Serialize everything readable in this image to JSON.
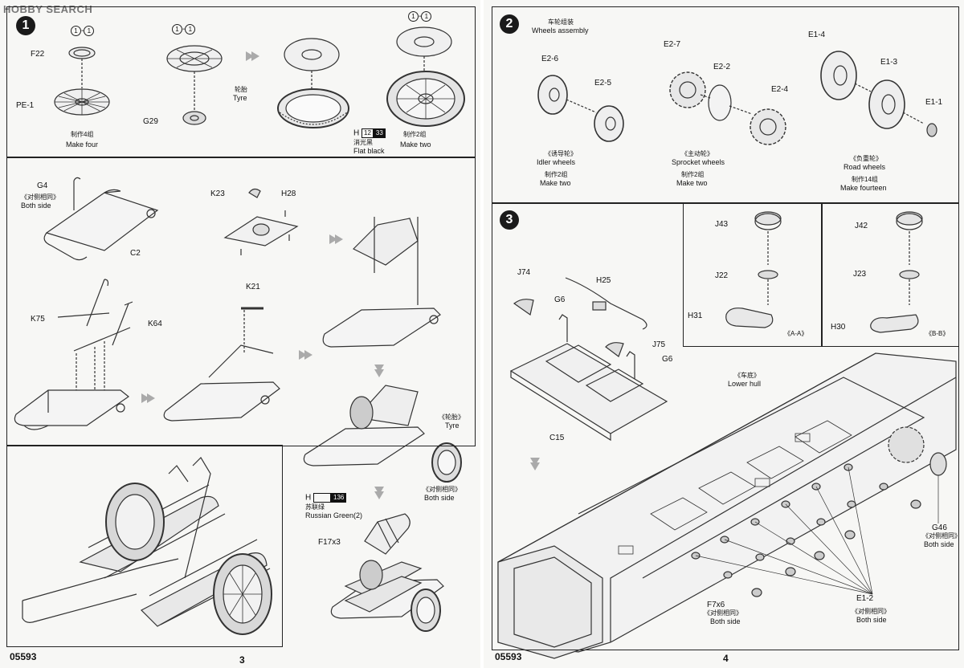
{
  "watermark": "HOBBY SEARCH",
  "left_page": {
    "code": "05593",
    "page_number": "3",
    "step1": {
      "number": "1",
      "parts": {
        "f22": "F22",
        "pe1": "PE-1",
        "g29": "G29",
        "c_left": "1",
        "c_right": "1",
        "c2_left": "1",
        "c2_right": "1",
        "c3_left": "1",
        "c3_right": "1"
      },
      "tyre_cn": "轮胎",
      "tyre_en": "Tyre",
      "make4_cn": "制作4组",
      "make4_en": "Make four",
      "paint_letter": "H",
      "paint_num1": "12",
      "paint_num2": "33",
      "paint_cn": "消光黑",
      "paint_en": "Flat black",
      "make2_cn": "制作2组",
      "make2_en": "Make two"
    },
    "step_cart": {
      "g4": "G4",
      "both_cn": "《对侧相同》",
      "both_en": "Both side",
      "c2": "C2",
      "k23": "K23",
      "h28": "H28",
      "k75": "K75",
      "k64": "K64",
      "k21": "K21",
      "tyre_cn": "《轮胎》",
      "tyre_en": "Tyre",
      "both2_cn": "《对侧相同》",
      "both2_en": "Both side",
      "paint_letter": "H",
      "paint_num": "136",
      "paint_cn": "苏联绿",
      "paint_en": "Russian Green(2)",
      "f17": "F17x3"
    }
  },
  "right_page": {
    "code": "05593",
    "page_number": "4",
    "step2": {
      "number": "2",
      "title_cn": "车轮组装",
      "title_en": "Wheels assembly",
      "e26": "E2-6",
      "e25": "E2-5",
      "e27": "E2-7",
      "e22": "E2-2",
      "e24": "E2-4",
      "e14": "E1-4",
      "e13": "E1-3",
      "e11": "E1-1",
      "idler_cn": "《诱导轮》",
      "idler_en": "Idler wheels",
      "idler_make_cn": "制作2组",
      "idler_make_en": "Make two",
      "sprocket_cn": "《主动轮》",
      "sprocket_en": "Sprocket wheels",
      "sprocket_make_cn": "制作2组",
      "sprocket_make_en": "Make two",
      "road_cn": "《负重轮》",
      "road_en": "Road wheels",
      "road_make_cn": "制作14组",
      "road_make_en": "Make fourteen"
    },
    "step3": {
      "number": "3",
      "j43": "J43",
      "j22": "J22",
      "h31": "H31",
      "aa": "《A-A》",
      "j42": "J42",
      "j23": "J23",
      "h30": "H30",
      "bb": "《B-B》",
      "j74": "J74",
      "h25": "H25",
      "g6a": "G6",
      "j75": "J75",
      "g6b": "G6",
      "c15": "C15",
      "hull_cn": "《车底》",
      "hull_en": "Lower hull",
      "g46": "G46",
      "g46_cn": "《对侧相同》",
      "g46_en": "Both side",
      "f7": "F7x6",
      "f7_cn": "《对侧相同》",
      "f7_en": "Both side",
      "e12": "E1-2",
      "e12_cn": "《对侧相同》",
      "e12_en": "Both side"
    }
  }
}
